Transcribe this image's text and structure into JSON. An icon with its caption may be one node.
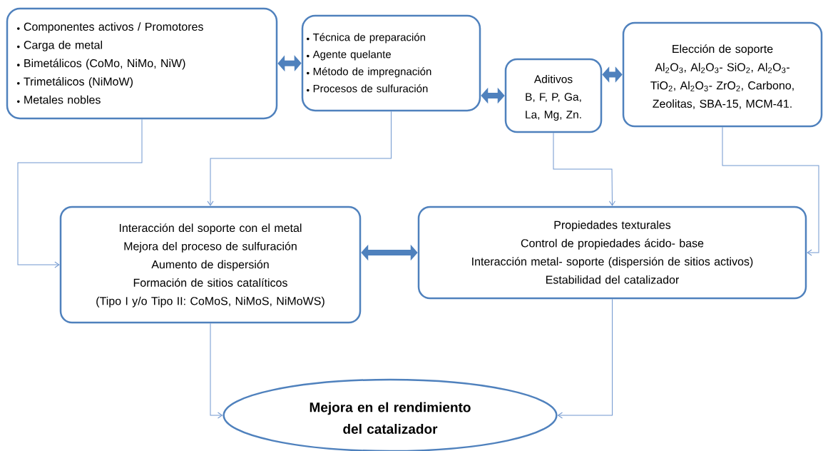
{
  "diagram": {
    "nodes": [
      {
        "text": [
          "Componentes activos / Promotores",
          "Carga de metal",
          "Bimetálicos (CoMo, NiMo, NiW)",
          "Trimetálicos (NiMoW)",
          "Metales nobles"
        ]
      },
      {
        "text": [
          "Técnica de preparación",
          "Agente quelante",
          "Método de impregnación",
          "Procesos de sulfuración"
        ]
      },
      {
        "text": [
          "Aditivos",
          "B, F, P, Ga, La, Mg, Zn."
        ]
      },
      {
        "text": [
          "Elección de soporte",
          "Al$_{2}$O$_{3}$, Al$_{2}$O$_{3}$- SiO$_{2}$, Al$_{2}$O$_{3}$- TiO$_{2}$, Al$_{2}$O$_{3}$- ZrO$_{2}$, Carbono, Zeolitas, SBA-15, MCM-41."
        ]
      },
      {
        "text": [
          "Interacción del soporte con el metal",
          "Mejora del proceso de sulfuración",
          "Aumento de dispersión",
          "Formación de sitios catalíticos",
          "(Tipo I y/o Tipo II: CoMoS, NiMoS, NiMoWS)"
        ]
      },
      {
        "text": [
          "Propiedades texturales",
          "Control de propiedades ácido- base",
          "Interacción metal- soporte (dispersión de sitios activos)",
          "Estabilidad del catalizador"
        ]
      },
      {
        "text": [
          "Mejora en el rendimiento del catalizador"
        ]
      }
    ],
    "edges": [
      {
        "from": 0,
        "to": 1,
        "arrow": "both",
        "style": "thick",
        "color": "#4f81bd"
      },
      {
        "from": 1,
        "to": 2,
        "arrow": "both",
        "style": "thick",
        "color": "#4f81bd"
      },
      {
        "from": 2,
        "to": 3,
        "arrow": "both",
        "style": "thick",
        "color": "#4f81bd"
      },
      {
        "from": 4,
        "to": 5,
        "arrow": "both",
        "style": "thick",
        "color": "#4f81bd"
      },
      {
        "from": 0,
        "to": 4,
        "arrow": "to"
      },
      {
        "from": 1,
        "to": 4,
        "arrow": "to"
      },
      {
        "from": 2,
        "to": 5,
        "arrow": "to"
      },
      {
        "from": 3,
        "to": 5,
        "arrow": "to"
      },
      {
        "from": 4,
        "to": 6,
        "arrow": "to"
      },
      {
        "from": 5,
        "to": 6,
        "arrow": "to"
      }
    ]
  }
}
